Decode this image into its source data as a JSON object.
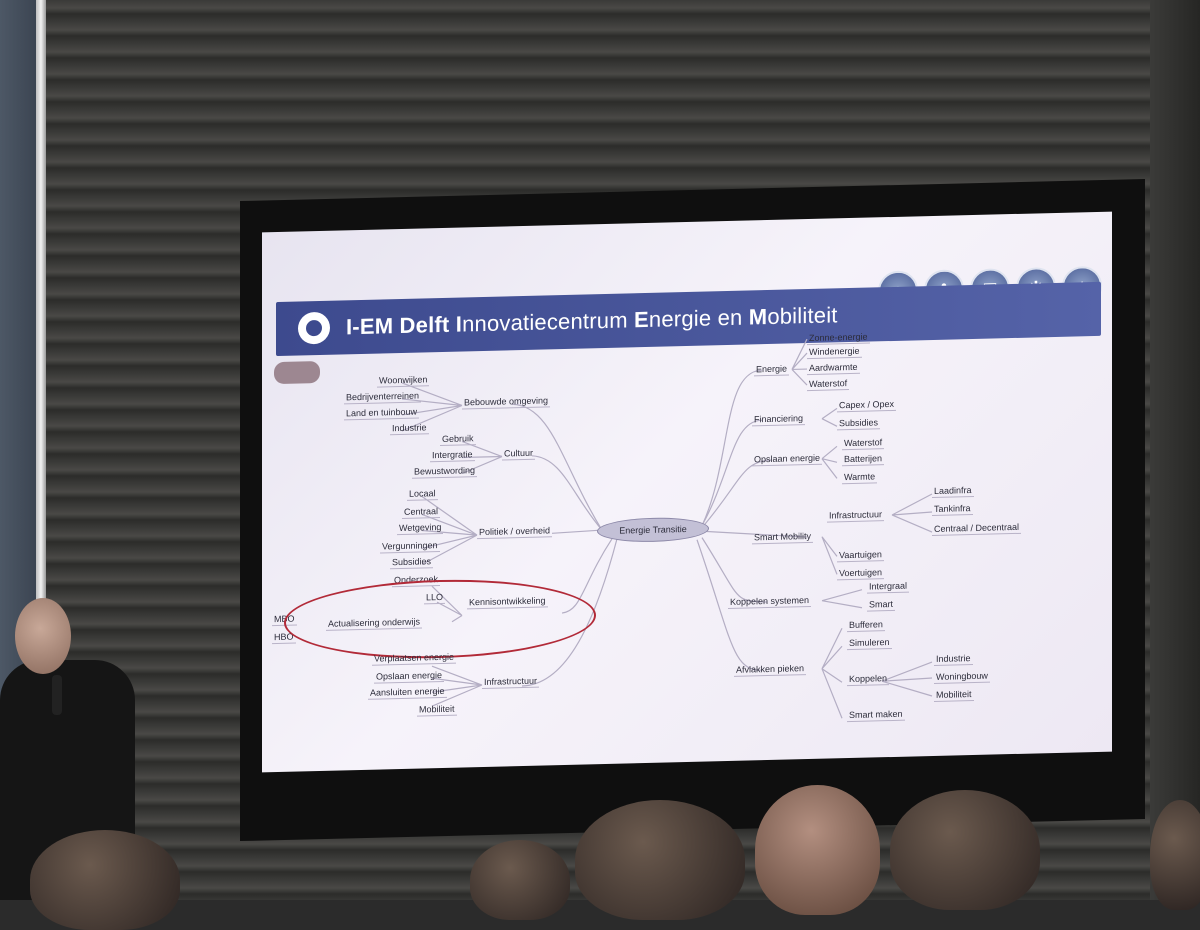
{
  "slide": {
    "title_parts": [
      {
        "text": "I-EM Delft ",
        "bold": true
      },
      {
        "text": "I",
        "bold": true
      },
      {
        "text": "nnovatiecentrum ",
        "bold": false
      },
      {
        "text": "E",
        "bold": true
      },
      {
        "text": "nergie en ",
        "bold": false
      },
      {
        "text": "M",
        "bold": true
      },
      {
        "text": "obiliteit",
        "bold": false
      }
    ],
    "badge_icons": [
      "water-drop-icon",
      "leaf-icon",
      "building-icon",
      "wind-turbine-icon",
      "graduation-cap-icon"
    ]
  },
  "mindmap": {
    "center": "Energie Transitie",
    "left": {
      "bebouwde": {
        "label": "Bebouwde omgeving",
        "items": [
          "Woonwijken",
          "Bedrijventerreinen",
          "Land en tuinbouw",
          "Industrie"
        ]
      },
      "cultuur": {
        "label": "Cultuur",
        "items": [
          "Gebruik",
          "Intergratie",
          "Bewustwording"
        ]
      },
      "politiek": {
        "label": "Politiek / overheid",
        "items": [
          "Locaal",
          "Centraal",
          "Wetgeving",
          "Vergunningen",
          "Subsidies"
        ]
      },
      "kennis": {
        "label": "Kennisontwikkeling",
        "items": [
          "Onderzoek",
          "LLO",
          "Actualisering onderwijs"
        ],
        "sub": [
          "MBO",
          "HBO"
        ]
      },
      "infra": {
        "label": "Infrastructuur",
        "items": [
          "Verplaatsen energie",
          "Opslaan energie",
          "Aansluiten energie",
          "Mobiliteit"
        ]
      }
    },
    "right": {
      "energie": {
        "label": "Energie",
        "items": [
          "Zonne-energie",
          "Windenergie",
          "Aardwarmte",
          "Waterstof"
        ]
      },
      "financiering": {
        "label": "Financiering",
        "items": [
          "Capex / Opex",
          "Subsidies"
        ]
      },
      "opslaan": {
        "label": "Opslaan energie",
        "items": [
          "Waterstof",
          "Batterijen",
          "Warmte"
        ]
      },
      "smart": {
        "label": "Smart Mobility",
        "infra_label": "Infrastructuur",
        "infra_items": [
          "Laadinfra",
          "Tankinfra",
          "Centraal / Decentraal"
        ],
        "items": [
          "Vaartuigen",
          "Voertuigen"
        ]
      },
      "koppelen": {
        "label": "Koppelen systemen",
        "items": [
          "Intergraal",
          "Smart"
        ]
      },
      "afvlakken": {
        "label": "Afvlakken pieken",
        "items": [
          "Bufferen",
          "Simuleren",
          "Smart maken"
        ],
        "koppelen_label": "Koppelen",
        "koppelen_items": [
          "Industrie",
          "Woningbouw",
          "Mobiliteit"
        ]
      }
    }
  }
}
